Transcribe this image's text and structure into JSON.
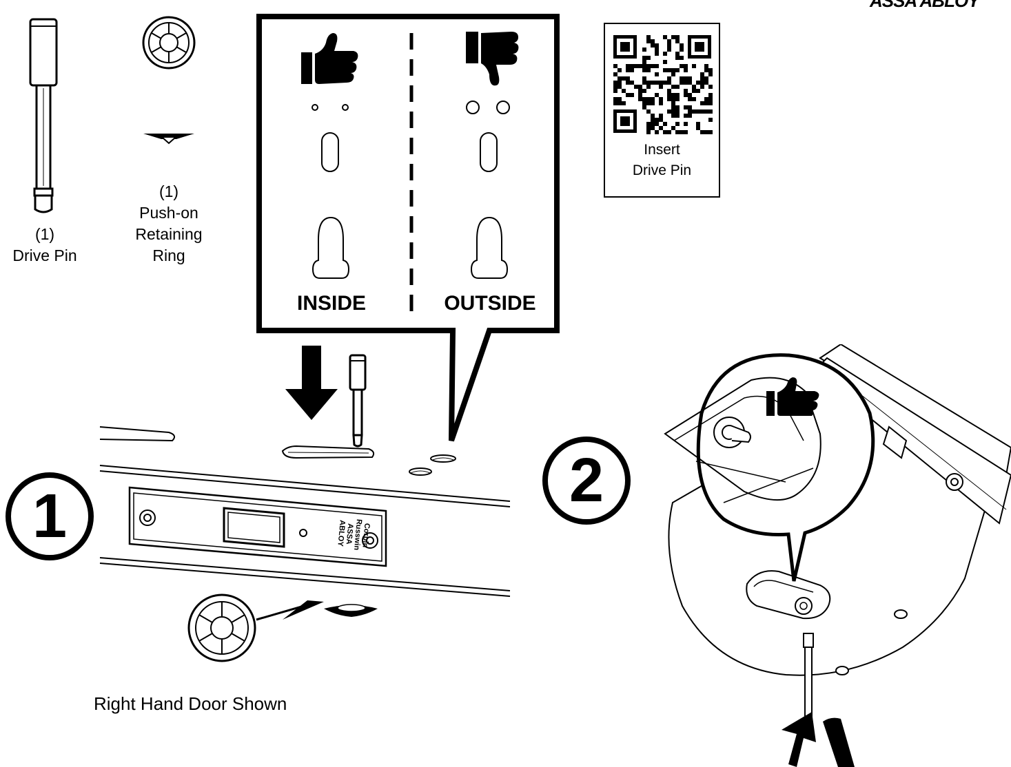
{
  "brand": {
    "name": "ASSA ABLOY"
  },
  "parts": [
    {
      "qty": "(1)",
      "name": "Drive Pin"
    },
    {
      "qty": "(1)",
      "name_line1": "Push-on",
      "name_line2": "Retaining",
      "name_line3": "Ring"
    }
  ],
  "callout": {
    "left_label": "INSIDE",
    "right_label": "OUTSIDE",
    "left_icon": "thumbs-up-icon",
    "right_icon": "thumbs-down-icon"
  },
  "qr": {
    "line1": "Insert",
    "line2": "Drive Pin"
  },
  "steps": [
    {
      "number": "1"
    },
    {
      "number": "2"
    }
  ],
  "caption": "Right Hand Door Shown",
  "faceplate": {
    "line1": "Corbin",
    "line2": "Russwin",
    "line3": "ASSA ABLOY"
  }
}
